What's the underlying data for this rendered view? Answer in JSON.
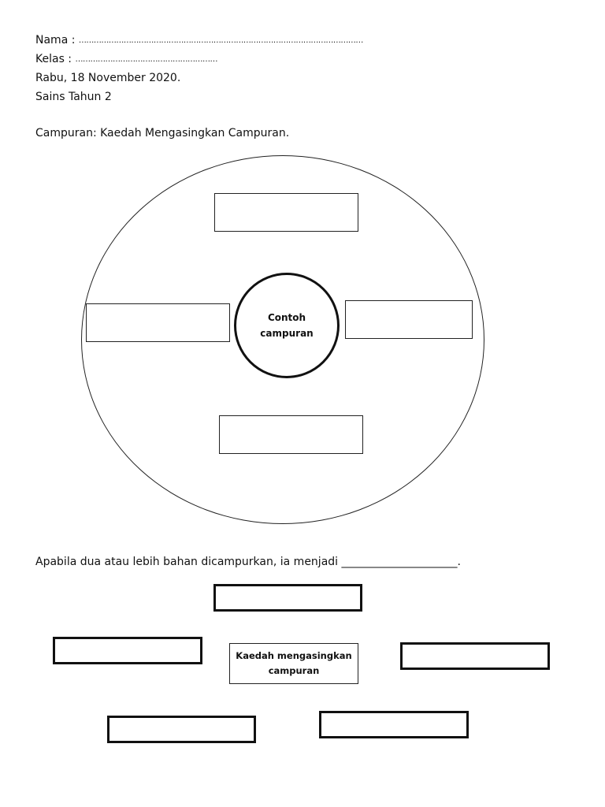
{
  "header": {
    "nama_label": "Nama :",
    "nama_dots": "……………………………………………………………………………………………………",
    "kelas_label": "Kelas :",
    "kelas_dots": "…………………………………………………",
    "date": "Rabu, 18 November 2020.",
    "subject": "Sains Tahun 2"
  },
  "section_title": "Campuran: Kaedah Mengasingkan Campuran.",
  "diagram1": {
    "center_line1": "Contoh",
    "center_line2": "campuran"
  },
  "question": {
    "text": "Apabila dua atau lebih bahan dicampurkan, ia menjadi _____________________."
  },
  "diagram2": {
    "center_line1": "Kaedah mengasingkan",
    "center_line2": "campuran"
  }
}
